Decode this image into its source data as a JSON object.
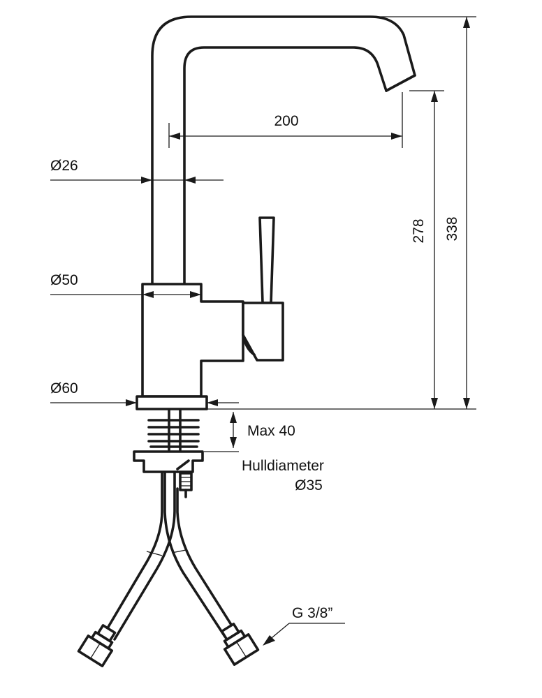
{
  "labels": {
    "diameter_26": "Ø26",
    "diameter_50": "Ø50",
    "diameter_60": "Ø60",
    "reach_200": "200",
    "height_278": "278",
    "height_338": "338",
    "max_40": "Max 40",
    "hole_title": "Hulldiameter",
    "hole_diameter": "Ø35",
    "thread": "G 3/8”"
  },
  "colors": {
    "line": "#1a1a1a",
    "background": "#ffffff"
  }
}
